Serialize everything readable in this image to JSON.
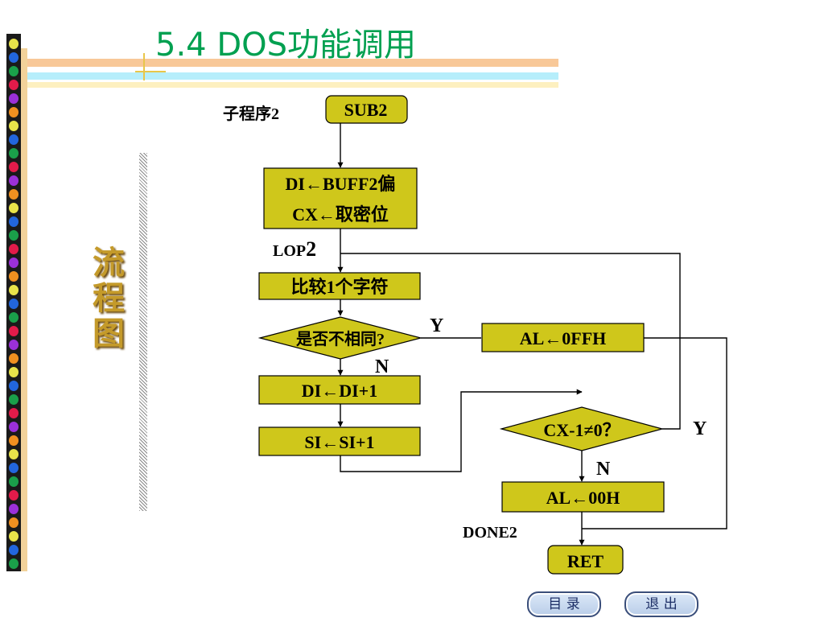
{
  "title": "5.4 DOS功能调用",
  "side_label": "流程图",
  "nav": {
    "contents": "目  录",
    "exit": "退  出"
  },
  "colors": {
    "box_fill": "#cfc71b",
    "title": "#00a050",
    "side_label": "#c49a2a"
  },
  "flowchart": {
    "subroutine_label": "子程序2",
    "start": "SUB2",
    "init_line1": "DI←BUFF2偏",
    "init_line2": "CX←取密位",
    "loop_label_text": "LOP",
    "loop_label_num": "2",
    "compare": "比较1个字符",
    "decision_same": "是否不相同?",
    "yes1": "Y",
    "no1": "N",
    "set_al_ff": "AL←0FFH",
    "inc_di": "DI←DI+1",
    "inc_si": "SI←SI+1",
    "decision_cx": "CX-1≠0？",
    "yes2": "Y",
    "no2": "N",
    "set_al_00": "AL←00H",
    "done_label": "DONE2",
    "ret": "RET"
  }
}
